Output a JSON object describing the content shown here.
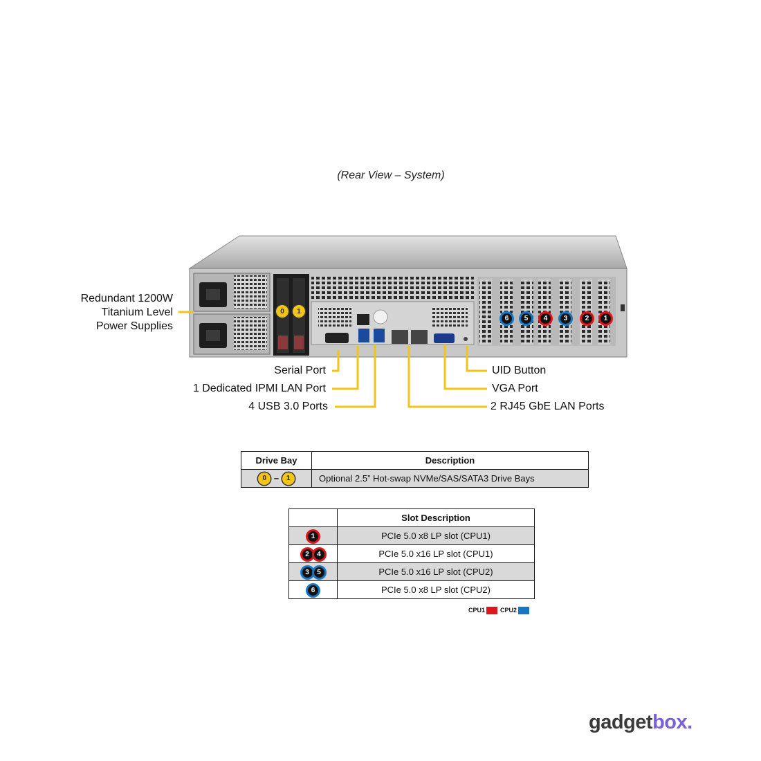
{
  "caption": "(Rear View – System)",
  "callouts": {
    "psu": [
      "Redundant 1200W",
      "Titanium Level",
      "Power Supplies"
    ],
    "serial_port": "Serial Port",
    "ipmi": "1 Dedicated IPMI LAN Port",
    "usb": "4 USB 3.0 Ports",
    "uid": "UID Button",
    "vga": "VGA Port",
    "lan": "2 RJ45 GbE LAN Ports"
  },
  "slot_badges": [
    {
      "num": "6",
      "cpu": "CPU2"
    },
    {
      "num": "5",
      "cpu": "CPU2"
    },
    {
      "num": "4",
      "cpu": "CPU1"
    },
    {
      "num": "3",
      "cpu": "CPU2"
    },
    {
      "num": "2",
      "cpu": "CPU1"
    },
    {
      "num": "1",
      "cpu": "CPU1"
    }
  ],
  "drive_badges": [
    "0",
    "1"
  ],
  "drive_table": {
    "headers": [
      "Drive Bay",
      "Description"
    ],
    "badges": [
      "0",
      "1"
    ],
    "separator": "–",
    "description": "Optional 2.5” Hot-swap NVMe/SAS/SATA3 Drive Bays"
  },
  "slot_table": {
    "headers": [
      "",
      "Slot Description"
    ],
    "rows": [
      {
        "badges": [
          "1"
        ],
        "colors": [
          "red"
        ],
        "text": "PCIe 5.0 x8 LP slot (CPU1)"
      },
      {
        "badges": [
          "2",
          "4"
        ],
        "colors": [
          "red",
          "red"
        ],
        "text": "PCIe 5.0 x16 LP slot (CPU1)"
      },
      {
        "badges": [
          "3",
          "5"
        ],
        "colors": [
          "blue",
          "blue"
        ],
        "text": "PCIe 5.0 x16 LP slot (CPU2)"
      },
      {
        "badges": [
          "6"
        ],
        "colors": [
          "blue"
        ],
        "text": "PCIe 5.0 x8 LP slot (CPU2)"
      }
    ]
  },
  "legend": [
    {
      "label": "CPU1",
      "color": "#e0161b"
    },
    {
      "label": "CPU2",
      "color": "#1876c2"
    }
  ],
  "brand": {
    "main": "gadget",
    "accent": "box",
    "dot": ".",
    "main_color": "#3a3a3a",
    "accent_color": "#7b5fd6"
  }
}
